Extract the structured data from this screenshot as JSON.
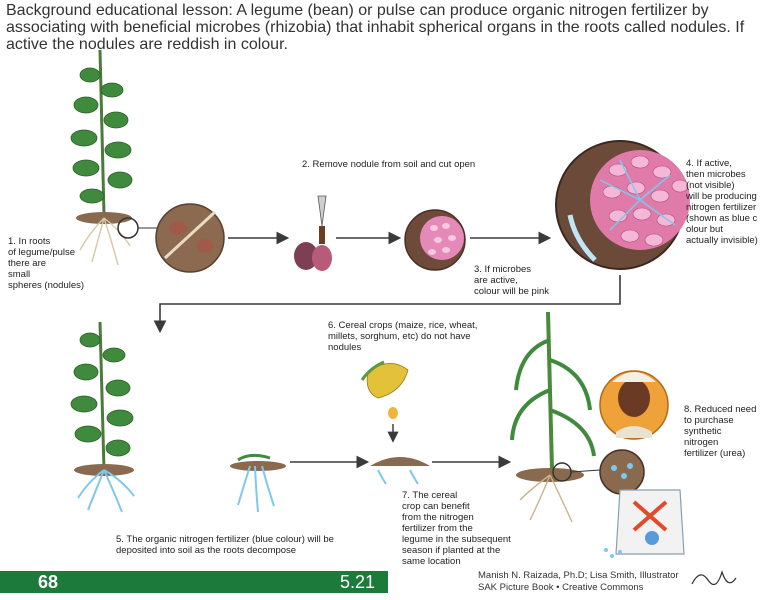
{
  "header": {
    "text": "Background educational lesson: A legume (bean) or pulse can produce organic nitrogen fertilizer by associating with beneficial microbes (rhizobia) that inhabit spherical organs in the roots called nodules. If active the nodules are reddish in colour."
  },
  "steps": {
    "s1": "1. In roots\nof legume/pulse\nthere are\nsmall\nspheres (nodules)",
    "s2": "2. Remove nodule from soil and cut open",
    "s3": "3. If microbes\nare active,\ncolour will be pink",
    "s4": "4. If active,\nthen microbes\n(not visible)\nwill be producing\nnitrogen fertilizer\n(shown as blue c\nolour but\nactually invisible)",
    "s5": "5. The organic nitrogen fertilizer (blue colour) will be\ndeposited into soil as the roots decompose",
    "s6": "6. Cereal crops (maize, rice, wheat,\nmillets, sorghum, etc) do not have\nnodules",
    "s7": "7. The cereal\ncrop can benefit\nfrom the nitrogen\nfertilizer from the\nlegume in the subsequent\nseason if planted at the\nsame location",
    "s8": "8. Reduced need\nto purchase\nsynthetic\nnitrogen\nfertilizer (urea)"
  },
  "footer": {
    "page": "68",
    "section": "5.21",
    "credit_line1": "Manish N. Raizada, Ph.D; Lisa Smith, Illustrator",
    "credit_line2": "SAK Picture Book • Creative Commons",
    "signature": "Lisa 2015"
  },
  "colors": {
    "leaf": "#3f8a3c",
    "soil": "#8a6a4e",
    "nodule_pink": "#e58ab8",
    "fertilizer_blue": "#7ec8ee",
    "arrow": "#3a3a3a",
    "footer_green": "#1c7a3a"
  }
}
